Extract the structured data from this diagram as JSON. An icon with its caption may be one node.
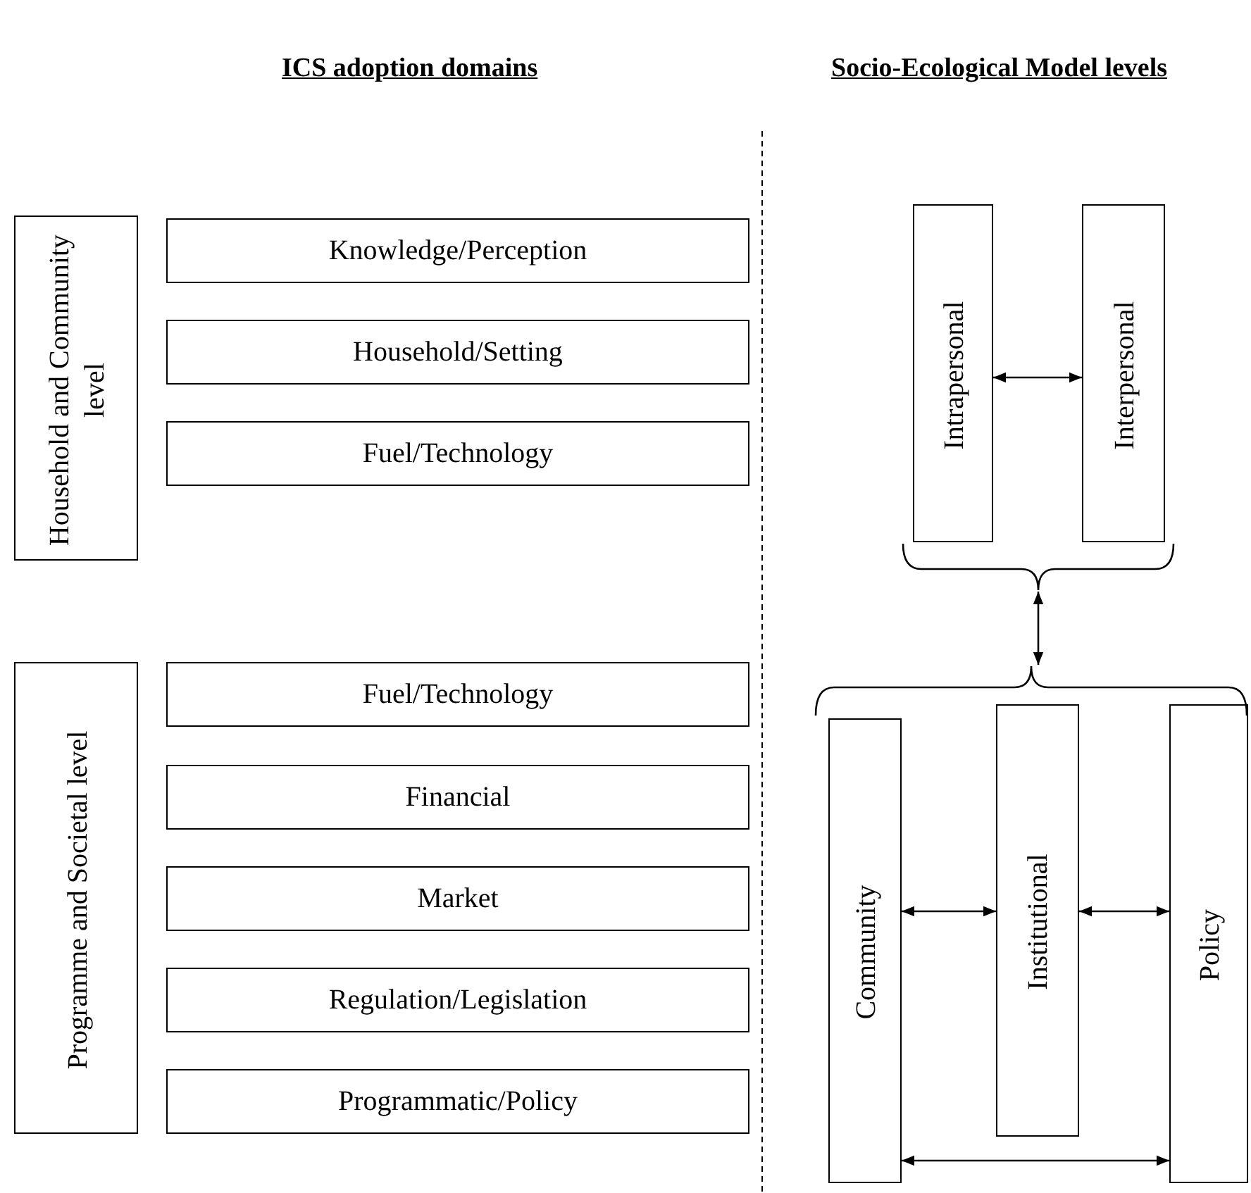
{
  "diagram": {
    "nodes": [
      {
        "text": [
          "Household and Community level"
        ]
      },
      {
        "text": [
          "Knowledge/Perception"
        ]
      },
      {
        "text": [
          "Household/Setting"
        ]
      },
      {
        "text": [
          "Fuel/Technology"
        ]
      },
      {
        "text": [
          "Programme and Societal level"
        ]
      },
      {
        "text": [
          "Fuel/Technology"
        ]
      },
      {
        "text": [
          "Financial"
        ]
      },
      {
        "text": [
          "Market"
        ]
      },
      {
        "text": [
          "Regulation/Legislation"
        ]
      },
      {
        "text": [
          "Programmatic/Policy"
        ]
      },
      {
        "text": [
          "Intrapersonal"
        ]
      },
      {
        "text": [
          "Interpersonal"
        ]
      },
      {
        "text": [
          "Community"
        ]
      },
      {
        "text": [
          "Institutional"
        ]
      },
      {
        "text": [
          "Policy"
        ]
      },
      {
        "text": [],
        "shape": "bracket"
      },
      {
        "text": [],
        "shape": "bracket"
      }
    ],
    "edges": [
      {
        "from": 10,
        "to": 11,
        "arrow": "both"
      },
      {
        "from": 15,
        "to": 16,
        "arrow": "both"
      },
      {
        "from": 12,
        "to": 13,
        "arrow": "both"
      },
      {
        "from": 13,
        "to": 14,
        "arrow": "both"
      },
      {
        "from": 12,
        "to": 14,
        "arrow": "both"
      }
    ],
    "labels": [
      "ICS adoption domains",
      "Socio-Ecological Model levels"
    ]
  }
}
